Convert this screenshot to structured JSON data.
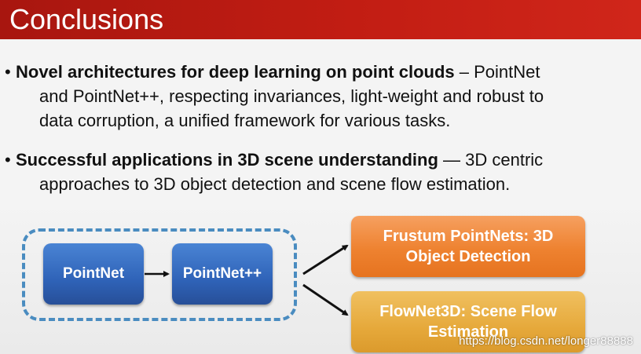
{
  "slide": {
    "title": "Conclusions"
  },
  "bullets": [
    {
      "bold": "Novel architectures for deep learning on point clouds",
      "line1_rest": " – PointNet",
      "line2": "and PointNet++, respecting invariances, light-weight and robust to",
      "line3": "data corruption, a unified framework for various tasks."
    },
    {
      "bold": "Successful applications in 3D scene understanding",
      "line1_rest": " — 3D centric",
      "line2": "approaches to 3D object detection and scene flow estimation."
    }
  ],
  "diagram": {
    "pointnet": "PointNet",
    "pointnetpp": "PointNet++",
    "frustum_line1": "Frustum PointNets: 3D",
    "frustum_line2": "Object Detection",
    "flownet_line1": "FlowNet3D: Scene Flow",
    "flownet_line2": "Estimation"
  },
  "watermark": "https://blog.csdn.net/longer88888",
  "colors": {
    "header": "#c21d13",
    "blue_box": "#2f63b8",
    "orange_box": "#ee8230",
    "gold_box": "#e6a93b",
    "dashed_border": "#4a8cc0"
  }
}
